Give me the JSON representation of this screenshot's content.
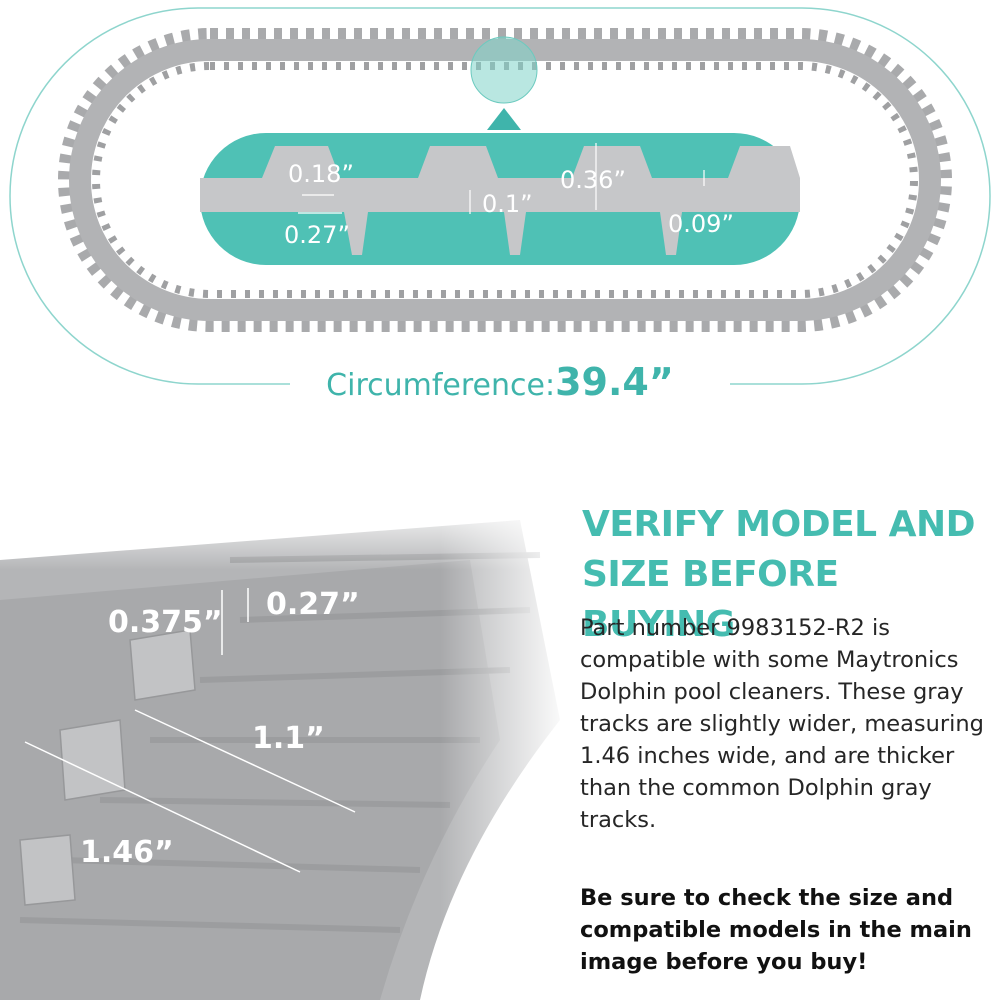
{
  "top_diagram": {
    "dimensions": [
      "0.18”",
      "0.27”",
      "0.1”",
      "0.36”",
      "0.09”"
    ],
    "circumference_label": "Circumference:",
    "circumference_value": "39.4”"
  },
  "bottom_diagram": {
    "dimensions": [
      "0.375”",
      "0.27”",
      "1.1”",
      "1.46”"
    ]
  },
  "info": {
    "heading_line1": "VERIFY MODEL AND",
    "heading_line2": "SIZE BEFORE BUYING",
    "description": "Part number 9983152-R2 is compatible with some Maytronics Dolphin pool cleaners.  These gray tracks are slightly wider, measuring 1.46 inches wide, and are thicker than the common Dolphin gray tracks.",
    "note": "Be sure to check the size and compatible models in the main image before you buy!"
  },
  "colors": {
    "accent": "#45bcb0",
    "track_gray": "#a9aaac",
    "zoom_panel": "#4fc1b5"
  }
}
